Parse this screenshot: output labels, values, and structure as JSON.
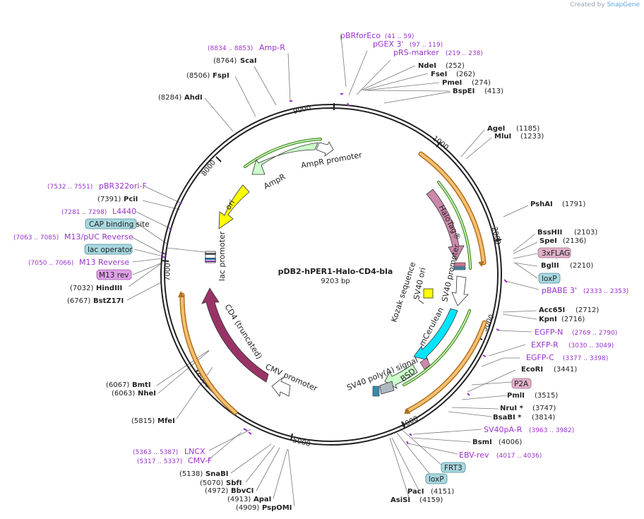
{
  "brand": {
    "created_by": "Created by",
    "name": "SnapGene"
  },
  "plasmid": {
    "name": "pDB2-hPER1-Halo-CD4-bla",
    "size_label": "9203 bp"
  },
  "ticks": [
    {
      "label": "1000"
    },
    {
      "label": "2000"
    },
    {
      "label": "3000"
    },
    {
      "label": "4000"
    },
    {
      "label": "5000"
    },
    {
      "label": "6000"
    },
    {
      "label": "7000"
    },
    {
      "label": "8000"
    },
    {
      "label": "9000"
    }
  ],
  "features": [
    {
      "label": "AmpR promoter",
      "color": "#ffffff"
    },
    {
      "label": "AmpR",
      "color": "#ccffcc"
    },
    {
      "label": "ori",
      "color": "#ffff00"
    },
    {
      "label": "lac promoter",
      "color": "#ffffff"
    },
    {
      "label": "HaloTag®",
      "color": "#cc88aa"
    },
    {
      "label": "SV40 promoter",
      "color": "#ffffff"
    },
    {
      "label": "SV40 ori",
      "color": "#ffff00"
    },
    {
      "label": "Kozak sequence",
      "color": "#ffffff"
    },
    {
      "label": "mCerulean",
      "color": "#00e5ff"
    },
    {
      "label": "BSD",
      "color": "#ccffcc"
    },
    {
      "label": "SV40 poly(A) signal",
      "color": "#b0b8c0"
    },
    {
      "label": "CMV promoter",
      "color": "#ffffff"
    },
    {
      "label": "CD4 (truncated)",
      "color": "#993366"
    }
  ],
  "right_labels": [
    {
      "name": "NdeI",
      "num": "(252)"
    },
    {
      "name": "FseI",
      "num": "(262)"
    },
    {
      "name": "PmeI",
      "num": "(274)"
    },
    {
      "name": "BspEI",
      "num": "(413)"
    },
    {
      "name": "AgeI",
      "num": "(1185)"
    },
    {
      "name": "MluI",
      "num": "(1233)"
    },
    {
      "name": "PshAI",
      "num": "(1791)"
    },
    {
      "name": "BssHII",
      "num": "(2103)"
    },
    {
      "name": "SpeI",
      "num": "(2136)"
    },
    {
      "name": "BglII",
      "num": "(2210)"
    },
    {
      "name": "Acc65I",
      "num": "(2712)"
    },
    {
      "name": "KpnI",
      "num": "(2716)"
    },
    {
      "name": "EcoRI",
      "num": "(3441)"
    },
    {
      "name": "PmlI",
      "num": "(3515)"
    },
    {
      "name": "NruI *",
      "num": "(3747)"
    },
    {
      "name": "BsaBI *",
      "num": "(3814)"
    },
    {
      "name": "BsmI",
      "num": "(4006)"
    },
    {
      "name": "PacI",
      "num": "(4151)"
    },
    {
      "name": "AsiSI",
      "num": "(4159)"
    }
  ],
  "left_labels": [
    {
      "name": "ScaI",
      "num": "(8764)"
    },
    {
      "name": "FspI",
      "num": "(8506)"
    },
    {
      "name": "AhdI",
      "num": "(8284)"
    },
    {
      "name": "PciI",
      "num": "(7391)"
    },
    {
      "name": "HindIII",
      "num": "(7032)"
    },
    {
      "name": "BstZ17I",
      "num": "(6767)"
    },
    {
      "name": "BmtI",
      "num": "(6067)"
    },
    {
      "name": "NheI",
      "num": "(6063)"
    },
    {
      "name": "MfeI",
      "num": "(5815)"
    },
    {
      "name": "SnaBI",
      "num": "(5138)"
    },
    {
      "name": "SbfI",
      "num": "(5070)"
    },
    {
      "name": "BbvCI",
      "num": "(4972)"
    },
    {
      "name": "ApaI",
      "num": "(4913)"
    },
    {
      "name": "PspOMI",
      "num": "(4909)"
    }
  ],
  "primers": [
    {
      "name": "Amp-R",
      "range": "(8834 .. 8853)"
    },
    {
      "name": "pBRforEco",
      "range": "(41 .. 59)"
    },
    {
      "name": "pGEX 3'",
      "range": "(97 .. 119)"
    },
    {
      "name": "pRS-marker",
      "range": "(219 .. 238)"
    },
    {
      "name": "pBR322ori-F",
      "range": "(7532 .. 7551)"
    },
    {
      "name": "L4440",
      "range": "(7281 .. 7298)"
    },
    {
      "name": "M13/pUC Reverse",
      "range": "(7063 .. 7085)"
    },
    {
      "name": "M13 Reverse",
      "range": "(7050 .. 7066)"
    },
    {
      "name": "pBABE 3'",
      "range": "(2333 .. 2353)"
    },
    {
      "name": "EGFP-N",
      "range": "(2769 .. 2790)"
    },
    {
      "name": "EXFP-R",
      "range": "(3030 .. 3049)"
    },
    {
      "name": "EGFP-C",
      "range": "(3377 .. 3398)"
    },
    {
      "name": "SV40pA-R",
      "range": "(3963 .. 3982)"
    },
    {
      "name": "EBV-rev",
      "range": "(4017 .. 4036)"
    },
    {
      "name": "LNCX",
      "range": "(5363 .. 5387)"
    },
    {
      "name": "CMV-F",
      "range": "(5317 .. 5337)"
    }
  ],
  "boxed": [
    {
      "label": "CAP binding site",
      "color": "#a8d8e0"
    },
    {
      "label": "lac operator",
      "color": "#a8d8e0"
    },
    {
      "label": "M13 rev",
      "color": "#e0a0e8"
    },
    {
      "label": "3xFLAG",
      "color": "#e0b0c8"
    },
    {
      "label": "loxP",
      "color": "#a8d8e0"
    },
    {
      "label": "P2A",
      "color": "#e0b0c8"
    },
    {
      "label": "FRT3",
      "color": "#a8d8e0"
    },
    {
      "label": "loxP",
      "color": "#a8d8e0"
    }
  ],
  "colors": {
    "backbone": "#222222",
    "primer": "#9933cc",
    "orf_arc": "#f0b050",
    "orf_arc_border": "#b07020",
    "green_arc": "#339900"
  }
}
